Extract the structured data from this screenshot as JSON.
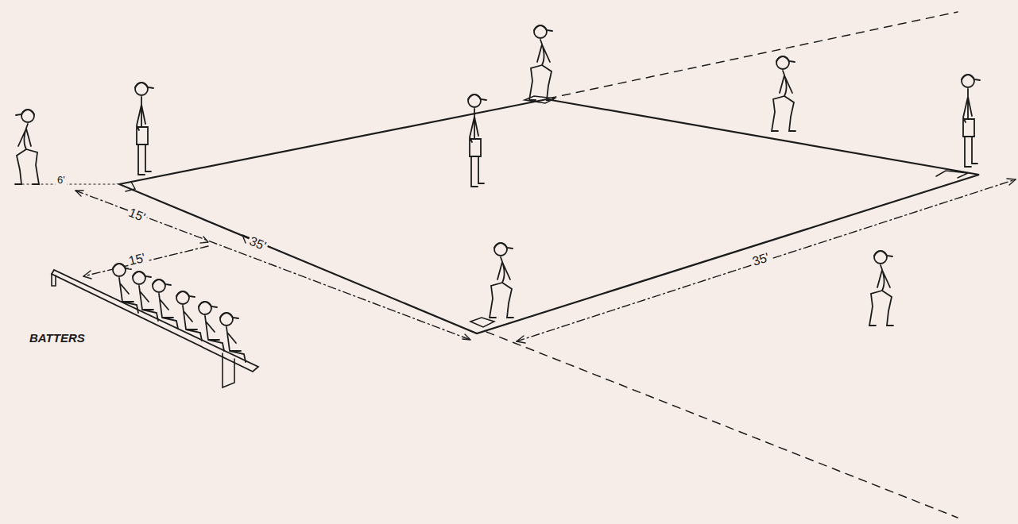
{
  "diagram": {
    "labels": [
      "6'",
      "15'",
      "15'",
      "35'",
      "35'",
      "BATTERS"
    ]
  }
}
